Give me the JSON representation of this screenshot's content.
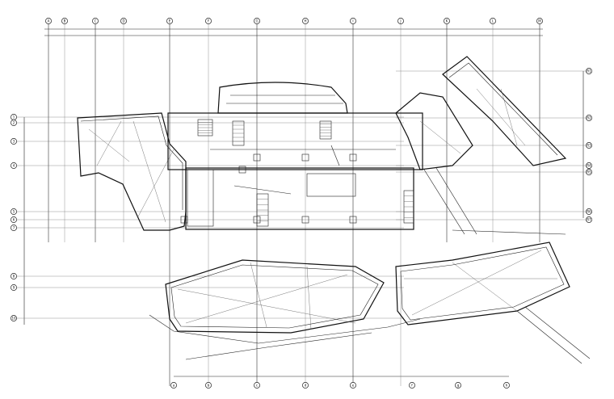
{
  "drawing": {
    "type": "architectural floor plan",
    "top_axis_labels": [
      "A",
      "B",
      "C",
      "D",
      "E",
      "F",
      "G",
      "H",
      "I",
      "J",
      "K",
      "L",
      "M"
    ],
    "left_axis_labels": [
      "1",
      "2",
      "3",
      "4",
      "5",
      "6",
      "7",
      "8",
      "9",
      "10"
    ],
    "right_axis_labels": [
      "R1",
      "R2",
      "R3",
      "R4",
      "R5",
      "R6",
      "R7"
    ],
    "bottom_axis_labels": [
      "a",
      "b",
      "c",
      "d",
      "e",
      "f",
      "g",
      "h"
    ],
    "stair_count": 5,
    "colors": {
      "line": "#111111",
      "background": "#ffffff"
    }
  }
}
